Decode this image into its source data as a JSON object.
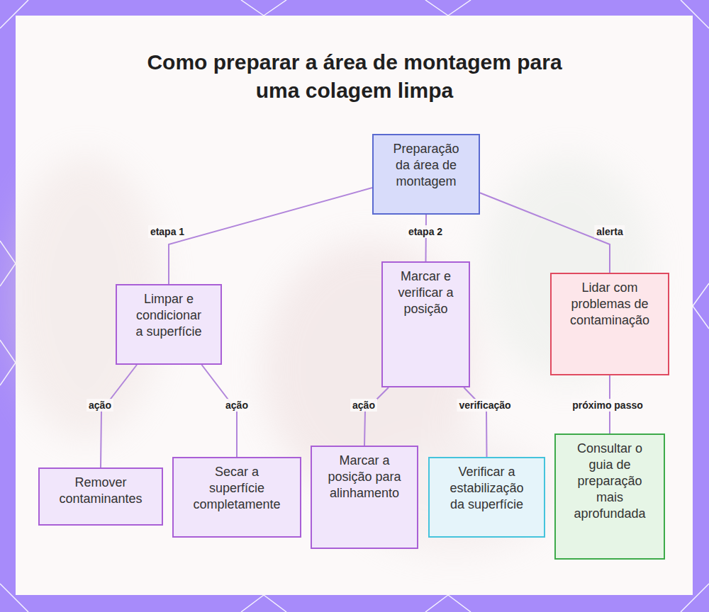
{
  "diagram": {
    "title": "Como preparar a área de montagem para uma colagem limpa",
    "nodes": [
      {
        "text": [
          "Preparação da área de montagem"
        ]
      },
      {
        "text": [
          "Limpar e condicionar a superfície"
        ]
      },
      {
        "text": [
          "Marcar e verificar a posição"
        ]
      },
      {
        "text": [
          "Lidar com problemas de contaminação"
        ]
      },
      {
        "text": [
          "Remover contaminantes"
        ]
      },
      {
        "text": [
          "Secar a superfície completamente"
        ]
      },
      {
        "text": [
          "Marcar a posição para alinhamento"
        ]
      },
      {
        "text": [
          "Verificar a estabilização da superfície"
        ]
      },
      {
        "text": [
          "Consultar o guia de preparação mais aprofundada"
        ]
      }
    ],
    "edges": [
      {
        "from": 0,
        "to": 1,
        "label": "etapa 1",
        "arrow": "none"
      },
      {
        "from": 0,
        "to": 2,
        "label": "etapa 2",
        "arrow": "none"
      },
      {
        "from": 0,
        "to": 3,
        "label": "alerta",
        "arrow": "none"
      },
      {
        "from": 1,
        "to": 4,
        "label": "ação",
        "arrow": "none"
      },
      {
        "from": 1,
        "to": 5,
        "label": "ação",
        "arrow": "none"
      },
      {
        "from": 2,
        "to": 6,
        "label": "ação",
        "arrow": "none"
      },
      {
        "from": 2,
        "to": 7,
        "label": "verificação",
        "arrow": "none"
      },
      {
        "from": 3,
        "to": 8,
        "label": "próximo passo",
        "arrow": "none"
      }
    ]
  }
}
